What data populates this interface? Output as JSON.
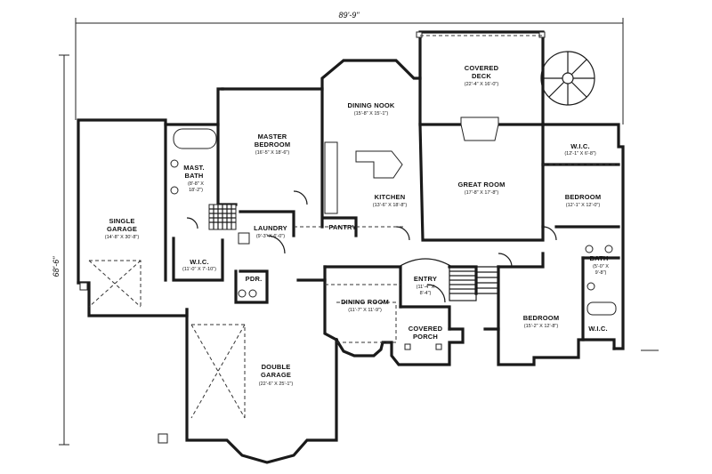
{
  "dimensions": {
    "overall_width": "89'-9\"",
    "overall_depth": "68'-6\""
  },
  "rooms": {
    "covered_deck": {
      "name": [
        "COVERED",
        "DECK"
      ],
      "size": "(22'-4\" X 16'-0\")"
    },
    "dining_nook": {
      "name": [
        "DINING NOOK"
      ],
      "size": "(15'-8\" X 15'-1\")"
    },
    "master_bedroom": {
      "name": [
        "MASTER",
        "BEDROOM"
      ],
      "size": "(16'-5\" X 18'-6\")"
    },
    "mast_bath": {
      "name": [
        "MAST.",
        "BATH"
      ],
      "size": [
        "(8'-8\" X",
        "18'-2\")"
      ]
    },
    "single_garage": {
      "name": [
        "SINGLE",
        "GARAGE"
      ],
      "size": "(14'-8\" X 30'-8\")"
    },
    "wic_master": {
      "name": [
        "W.I.C."
      ],
      "size": "(11'-0\" X 7'-10\")"
    },
    "laundry": {
      "name": [
        "LAUNDRY"
      ],
      "size": "(9'-3\" X 6'-0\")"
    },
    "pantry": {
      "name": [
        "PANTRY"
      ]
    },
    "kitchen": {
      "name": [
        "KITCHEN"
      ],
      "size": "(13'-6\" X 18'-8\")"
    },
    "great_room": {
      "name": [
        "GREAT ROOM"
      ],
      "size": "(17'-8\" X 17'-8\")"
    },
    "wic_bedroom": {
      "name": [
        "W.I.C."
      ],
      "size": "(12'-1\" X 6'-8\")"
    },
    "bedroom_right": {
      "name": [
        "BEDROOM"
      ],
      "size": "(12'-1\" X 12'-0\")"
    },
    "bath_right": {
      "name": [
        "BATH"
      ],
      "size": [
        "(5'-0\" X",
        "9'-8\")"
      ]
    },
    "pdr": {
      "name": [
        "PDR."
      ]
    },
    "entry": {
      "name": [
        "ENTRY"
      ],
      "size": [
        "(11'-4\" X",
        "8'-4\")"
      ]
    },
    "dining_room": {
      "name": [
        "DINING ROOM"
      ],
      "size": "(11'-7\" X 11'-9\")"
    },
    "covered_porch": {
      "name": [
        "COVERED",
        "PORCH"
      ]
    },
    "bedroom_front": {
      "name": [
        "BEDROOM"
      ],
      "size": "(15'-2\" X 12'-8\")"
    },
    "wic_small": {
      "name": [
        "W.I.C."
      ]
    },
    "double_garage": {
      "name": [
        "DOUBLE",
        "GARAGE"
      ],
      "size": "(22'-6\" X 25'-1\")"
    }
  }
}
